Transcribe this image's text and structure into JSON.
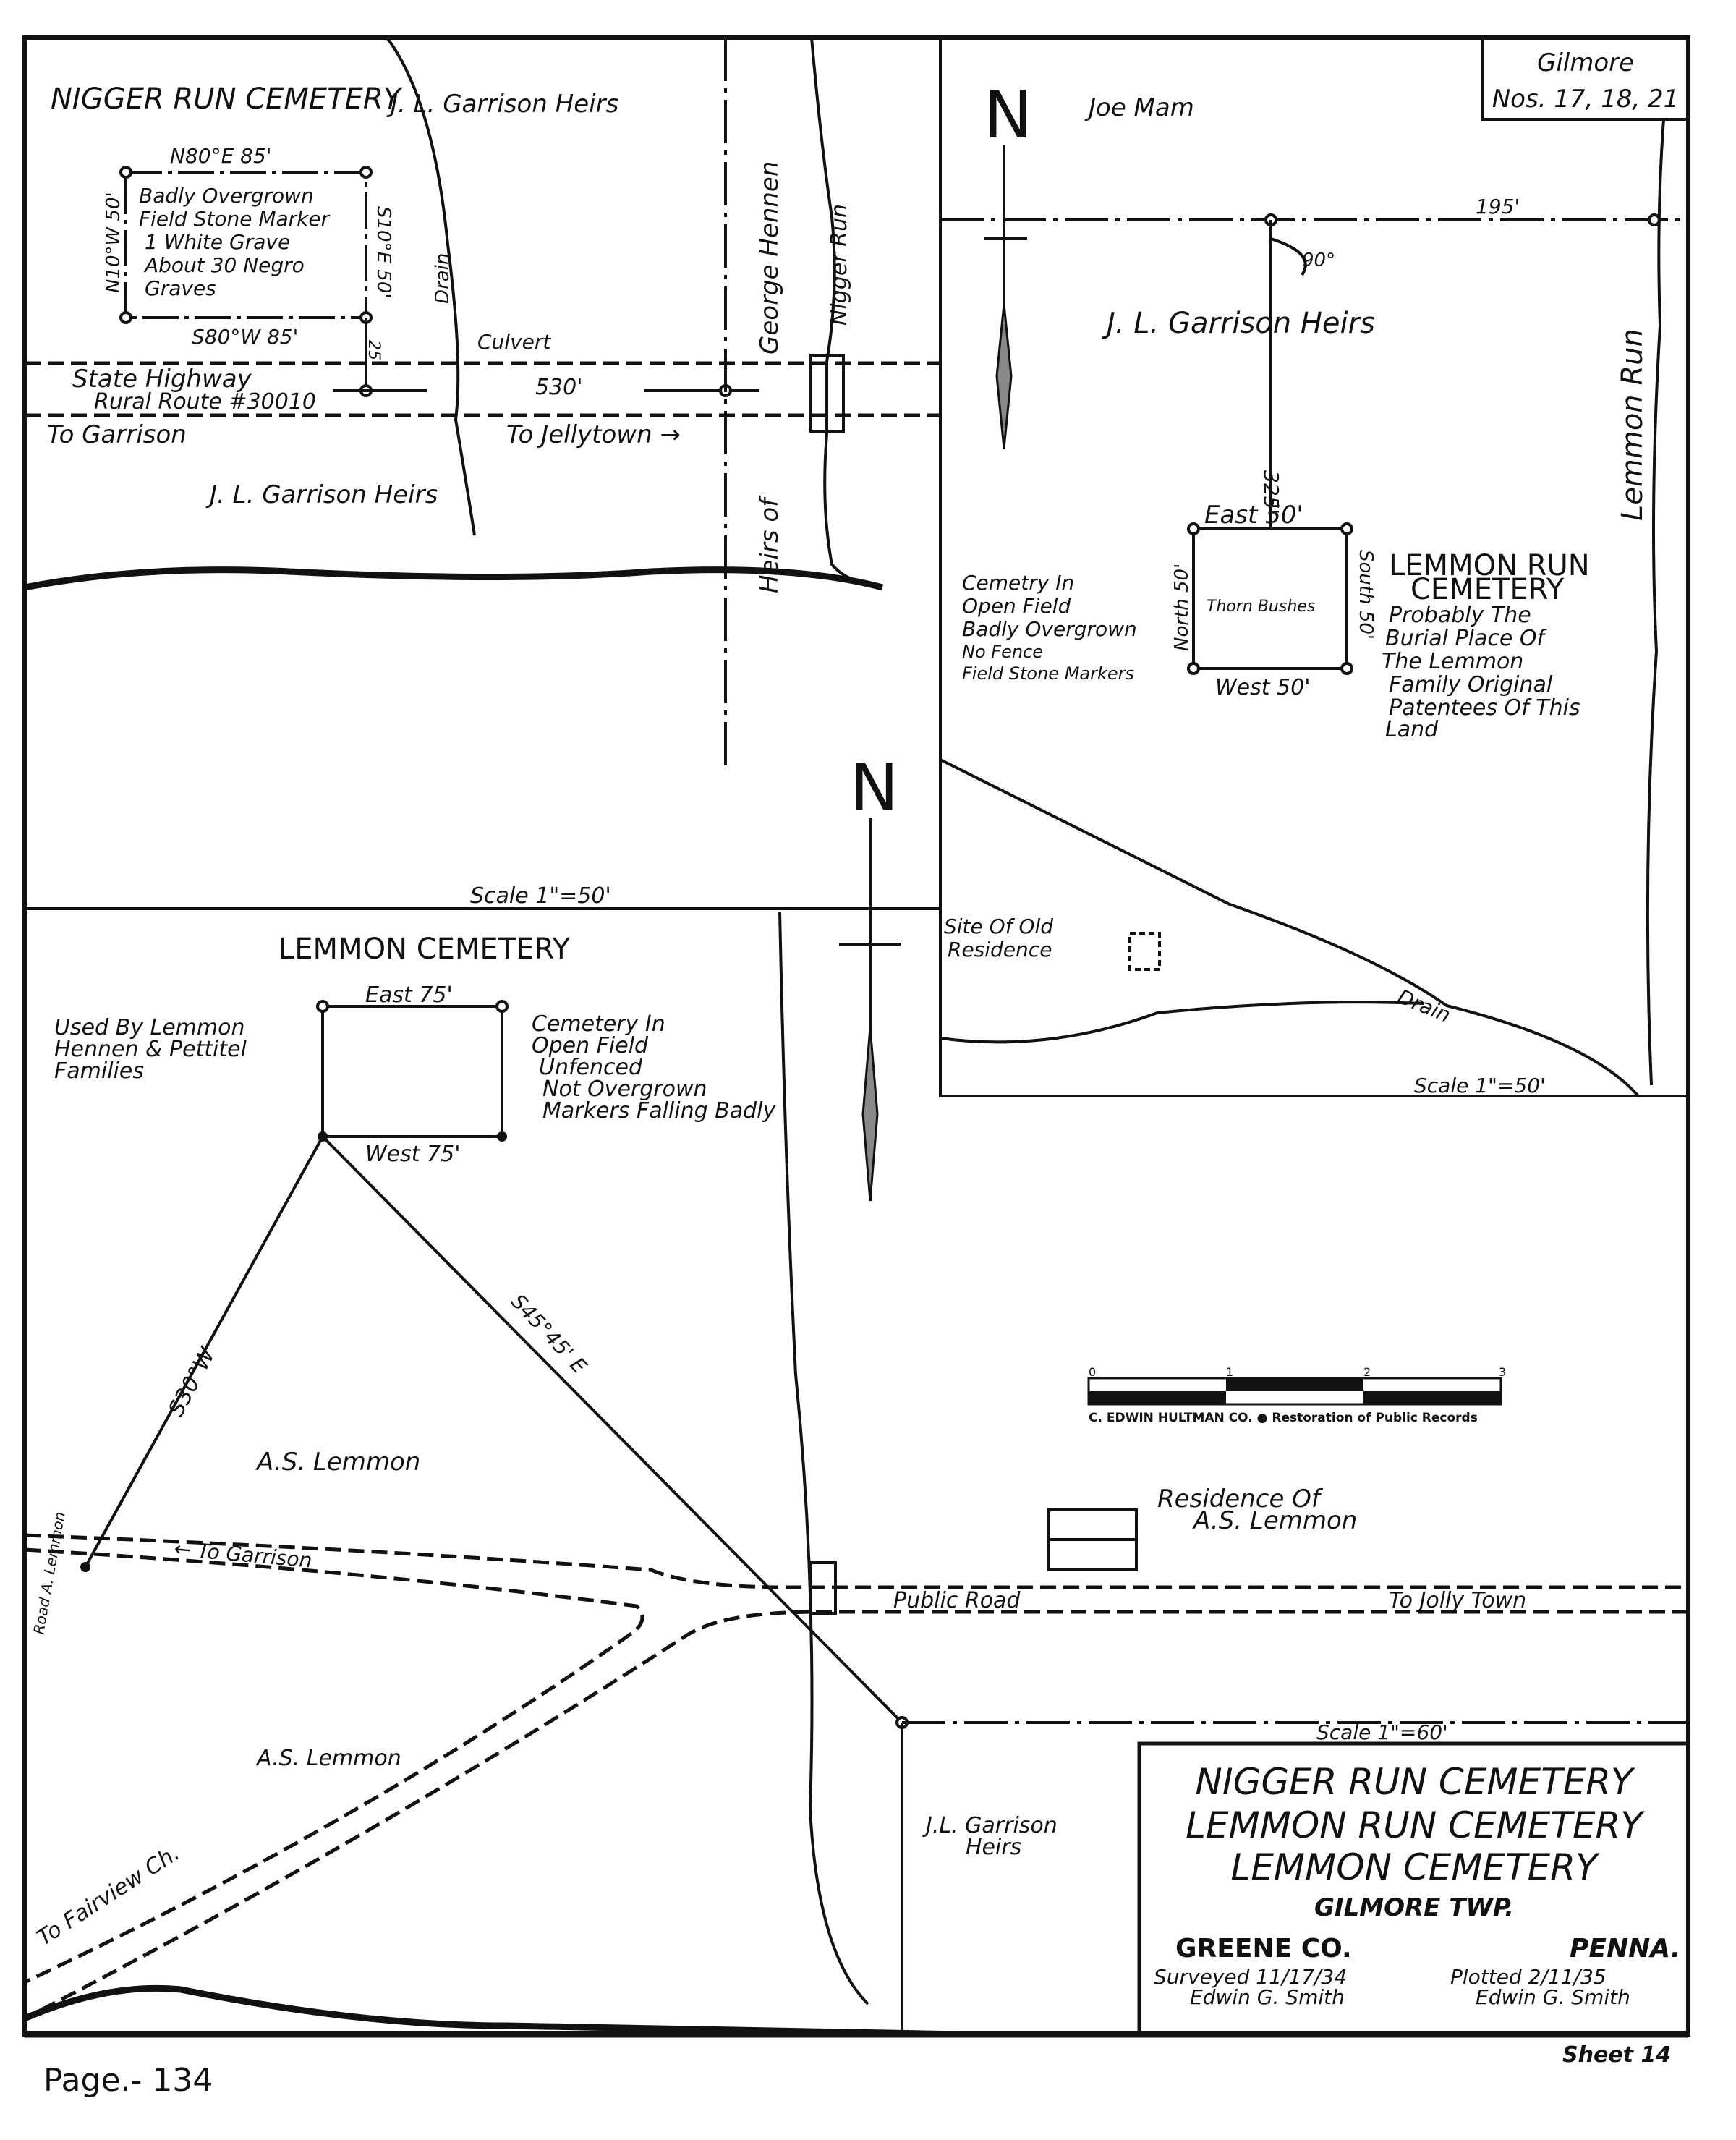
{
  "sheet": {
    "gilmore_box": {
      "line1": "Gilmore",
      "line2": "Nos. 17, 18, 21"
    },
    "page_label": "Page.- 134",
    "sheet_label": "Sheet 14"
  },
  "panel_nigger_run": {
    "title": "NIGGER RUN CEMETERY",
    "owner_top": "J. L. Garrison Heirs",
    "owner_bottom": "J. L. Garrison Heirs",
    "north_side": "N80°E 85'",
    "south_side": "S80°W 85'",
    "west_side": "N10°W 50'",
    "east_side": "S10°E 50'",
    "notes": [
      "Badly Overgrown",
      "Field Stone Marker",
      "1 White Grave",
      "About 30 Negro",
      "Graves"
    ],
    "offset": "25'",
    "drain": "Drain",
    "culvert": "Culvert",
    "highway_line1": "State Highway",
    "highway_line2": "Rural Route #30010",
    "distance": "530'",
    "to_garrison": "To Garrison",
    "to_jollytown": "To Jellytown →",
    "heirs_of": "Heirs of",
    "george_hennen": "George Hennen",
    "stream": "Nigger Run",
    "scale": "Scale 1\"=50'"
  },
  "panel_lemmon_run": {
    "owner_top": "Joe Mam",
    "owner": "J. L. Garrison Heirs",
    "distance_top": "195'",
    "angle": "90°",
    "distance_vertical": "325'",
    "east_side": "East 50'",
    "west_side": "West 50'",
    "north_side": "North 50'",
    "south_side": "South 50'",
    "inside": "Thorn Bushes",
    "notes": [
      "Cemetry In",
      "Open Field",
      "Badly Overgrown",
      "No Fence",
      "Field Stone Markers"
    ],
    "title_line1": "LEMMON RUN",
    "title_line2": "CEMETERY",
    "description": [
      "Probably The",
      "Burial Place Of",
      "The Lemmon",
      "Family Original",
      "Patentees Of This",
      "Land"
    ],
    "stream": "Lemmon Run",
    "site_old": [
      "Site Of Old",
      "Residence"
    ],
    "drain": "Drain",
    "scale": "Scale 1\"=50'"
  },
  "panel_lemmon": {
    "title": "LEMMON CEMETERY",
    "east_side": "East 75'",
    "west_side": "West 75'",
    "used_by": [
      "Used By Lemmon",
      "Hennen & Pettitel",
      "Families"
    ],
    "notes": [
      "Cemetery In",
      "Open Field",
      "Unfenced",
      "Not Overgrown",
      "Markers Falling Badly"
    ],
    "bearing_left": "S30°W",
    "bearing_right": "S45°45' E",
    "owner1": "A.S. Lemmon",
    "owner2": "A.S. Lemmon",
    "road_label": "Road A. Lemmon",
    "to_garrison": "← To Garrison",
    "public_road": "Public Road",
    "to_jollytown": "To Jolly Town",
    "to_fairview": "To Fairview Ch.",
    "residence": [
      "Residence Of",
      "A.S. Lemmon"
    ],
    "garrison": [
      "J.L. Garrison",
      "Heirs"
    ],
    "scale": "Scale 1\"=60'"
  },
  "scale_bar": {
    "ticks": [
      "0",
      "1",
      "2",
      "3"
    ],
    "caption": "C. EDWIN HULTMAN CO.  ●  Restoration of Public Records"
  },
  "title_block": {
    "line1": "NIGGER RUN CEMETERY",
    "line2": "LEMMON RUN CEMETERY",
    "line3": "LEMMON CEMETERY",
    "township": "GILMORE TWP.",
    "county": "GREENE CO.",
    "state": "PENNA.",
    "surveyed": "Surveyed 11/17/34",
    "surveyor": "Edwin G. Smith",
    "plotted": "Plotted 2/11/35",
    "plotter": "Edwin G. Smith"
  }
}
